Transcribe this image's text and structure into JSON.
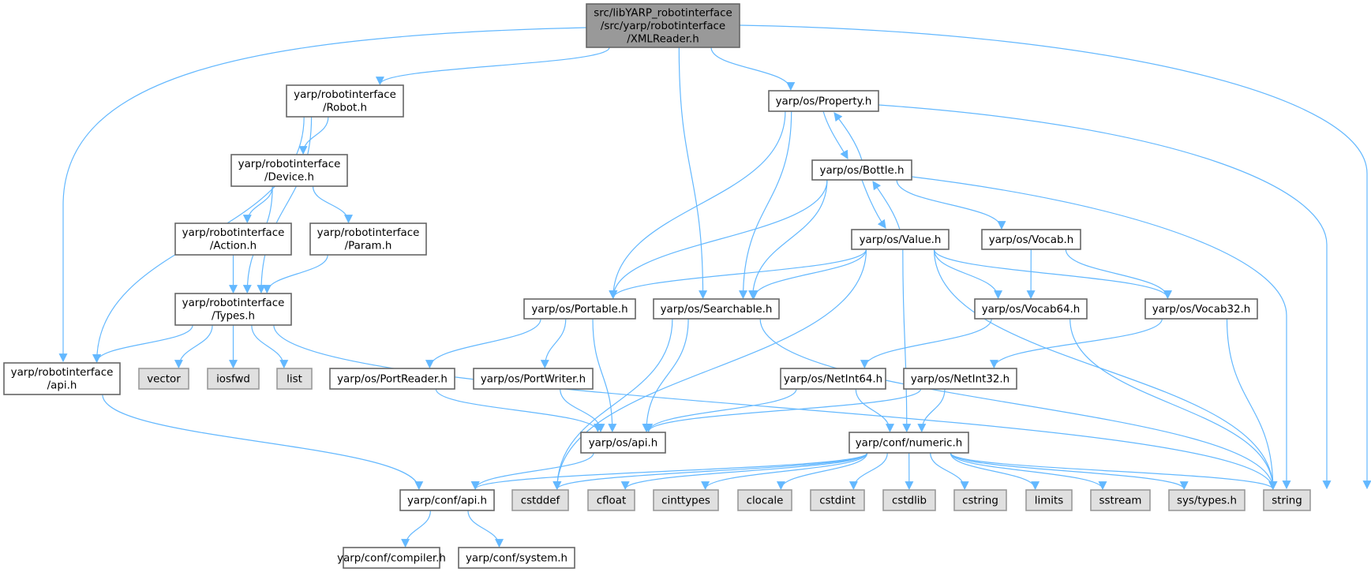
{
  "graph": {
    "title": "Include dependency graph for XMLReader.h",
    "colors": {
      "edge": "#63b8ff",
      "root_fill": "#999999",
      "external_fill": "#e0e0e0",
      "node_border": "#666666"
    },
    "nodes": {
      "root": {
        "lines": [
          "src/libYARP_robotinterface",
          "/src/yarp/robotinterface",
          "/XMLReader.h"
        ],
        "kind": "root"
      },
      "robot": {
        "lines": [
          "yarp/robotinterface",
          "/Robot.h"
        ],
        "kind": "local"
      },
      "device": {
        "lines": [
          "yarp/robotinterface",
          "/Device.h"
        ],
        "kind": "local"
      },
      "action": {
        "lines": [
          "yarp/robotinterface",
          "/Action.h"
        ],
        "kind": "local"
      },
      "param": {
        "lines": [
          "yarp/robotinterface",
          "/Param.h"
        ],
        "kind": "local"
      },
      "types": {
        "lines": [
          "yarp/robotinterface",
          "/Types.h"
        ],
        "kind": "local"
      },
      "ri_api": {
        "lines": [
          "yarp/robotinterface",
          "/api.h"
        ],
        "kind": "local"
      },
      "vector": {
        "lines": [
          "vector"
        ],
        "kind": "ext"
      },
      "iosfwd": {
        "lines": [
          "iosfwd"
        ],
        "kind": "ext"
      },
      "list": {
        "lines": [
          "list"
        ],
        "kind": "ext"
      },
      "property": {
        "lines": [
          "yarp/os/Property.h"
        ],
        "kind": "local"
      },
      "bottle": {
        "lines": [
          "yarp/os/Bottle.h"
        ],
        "kind": "local"
      },
      "value": {
        "lines": [
          "yarp/os/Value.h"
        ],
        "kind": "local"
      },
      "vocab": {
        "lines": [
          "yarp/os/Vocab.h"
        ],
        "kind": "local"
      },
      "portable": {
        "lines": [
          "yarp/os/Portable.h"
        ],
        "kind": "local"
      },
      "searchable": {
        "lines": [
          "yarp/os/Searchable.h"
        ],
        "kind": "local"
      },
      "vocab64": {
        "lines": [
          "yarp/os/Vocab64.h"
        ],
        "kind": "local"
      },
      "vocab32": {
        "lines": [
          "yarp/os/Vocab32.h"
        ],
        "kind": "local"
      },
      "portreader": {
        "lines": [
          "yarp/os/PortReader.h"
        ],
        "kind": "local"
      },
      "portwriter": {
        "lines": [
          "yarp/os/PortWriter.h"
        ],
        "kind": "local"
      },
      "netint64": {
        "lines": [
          "yarp/os/NetInt64.h"
        ],
        "kind": "local"
      },
      "netint32": {
        "lines": [
          "yarp/os/NetInt32.h"
        ],
        "kind": "local"
      },
      "os_api": {
        "lines": [
          "yarp/os/api.h"
        ],
        "kind": "local"
      },
      "numeric": {
        "lines": [
          "yarp/conf/numeric.h"
        ],
        "kind": "local"
      },
      "conf_api": {
        "lines": [
          "yarp/conf/api.h"
        ],
        "kind": "local"
      },
      "cstddef": {
        "lines": [
          "cstddef"
        ],
        "kind": "ext"
      },
      "cfloat": {
        "lines": [
          "cfloat"
        ],
        "kind": "ext"
      },
      "cinttypes": {
        "lines": [
          "cinttypes"
        ],
        "kind": "ext"
      },
      "clocale": {
        "lines": [
          "clocale"
        ],
        "kind": "ext"
      },
      "cstdint": {
        "lines": [
          "cstdint"
        ],
        "kind": "ext"
      },
      "cstdlib": {
        "lines": [
          "cstdlib"
        ],
        "kind": "ext"
      },
      "cstring": {
        "lines": [
          "cstring"
        ],
        "kind": "ext"
      },
      "limits": {
        "lines": [
          "limits"
        ],
        "kind": "ext"
      },
      "sstream": {
        "lines": [
          "sstream"
        ],
        "kind": "ext"
      },
      "systypes": {
        "lines": [
          "sys/types.h"
        ],
        "kind": "ext"
      },
      "string": {
        "lines": [
          "string"
        ],
        "kind": "ext"
      },
      "compiler": {
        "lines": [
          "yarp/conf/compiler.h"
        ],
        "kind": "local"
      },
      "system": {
        "lines": [
          "yarp/conf/system.h"
        ],
        "kind": "local"
      }
    },
    "edges": [
      [
        "root",
        "robot"
      ],
      [
        "root",
        "ri_api"
      ],
      [
        "root",
        "searchable"
      ],
      [
        "root",
        "property"
      ],
      [
        "root",
        "string"
      ],
      [
        "robot",
        "device"
      ],
      [
        "robot",
        "ri_api"
      ],
      [
        "robot",
        "types"
      ],
      [
        "device",
        "action"
      ],
      [
        "device",
        "param"
      ],
      [
        "device",
        "types"
      ],
      [
        "action",
        "types"
      ],
      [
        "param",
        "types"
      ],
      [
        "types",
        "ri_api"
      ],
      [
        "types",
        "vector"
      ],
      [
        "types",
        "iosfwd"
      ],
      [
        "types",
        "list"
      ],
      [
        "types",
        "string"
      ],
      [
        "ri_api",
        "conf_api"
      ],
      [
        "property",
        "bottle"
      ],
      [
        "property",
        "portable"
      ],
      [
        "property",
        "searchable"
      ],
      [
        "property",
        "string"
      ],
      [
        "bottle",
        "property"
      ],
      [
        "bottle",
        "value"
      ],
      [
        "bottle",
        "vocab"
      ],
      [
        "bottle",
        "portable"
      ],
      [
        "bottle",
        "searchable"
      ],
      [
        "bottle",
        "string"
      ],
      [
        "value",
        "bottle"
      ],
      [
        "value",
        "portable"
      ],
      [
        "value",
        "searchable"
      ],
      [
        "value",
        "vocab64"
      ],
      [
        "value",
        "vocab32"
      ],
      [
        "value",
        "numeric"
      ],
      [
        "value",
        "cstddef"
      ],
      [
        "value",
        "string"
      ],
      [
        "vocab",
        "vocab64"
      ],
      [
        "vocab",
        "vocab32"
      ],
      [
        "portable",
        "portreader"
      ],
      [
        "portable",
        "portwriter"
      ],
      [
        "portable",
        "os_api"
      ],
      [
        "searchable",
        "os_api"
      ],
      [
        "searchable",
        "cstddef"
      ],
      [
        "searchable",
        "string"
      ],
      [
        "vocab64",
        "netint64"
      ],
      [
        "vocab64",
        "string"
      ],
      [
        "vocab32",
        "netint32"
      ],
      [
        "vocab32",
        "string"
      ],
      [
        "portreader",
        "os_api"
      ],
      [
        "portwriter",
        "os_api"
      ],
      [
        "netint64",
        "os_api"
      ],
      [
        "netint64",
        "numeric"
      ],
      [
        "netint32",
        "os_api"
      ],
      [
        "netint32",
        "numeric"
      ],
      [
        "os_api",
        "conf_api"
      ],
      [
        "numeric",
        "conf_api"
      ],
      [
        "numeric",
        "cstddef"
      ],
      [
        "numeric",
        "cfloat"
      ],
      [
        "numeric",
        "cinttypes"
      ],
      [
        "numeric",
        "clocale"
      ],
      [
        "numeric",
        "cstdint"
      ],
      [
        "numeric",
        "cstdlib"
      ],
      [
        "numeric",
        "cstring"
      ],
      [
        "numeric",
        "limits"
      ],
      [
        "numeric",
        "sstream"
      ],
      [
        "numeric",
        "systypes"
      ],
      [
        "numeric",
        "string"
      ],
      [
        "conf_api",
        "compiler"
      ],
      [
        "conf_api",
        "system"
      ]
    ]
  }
}
